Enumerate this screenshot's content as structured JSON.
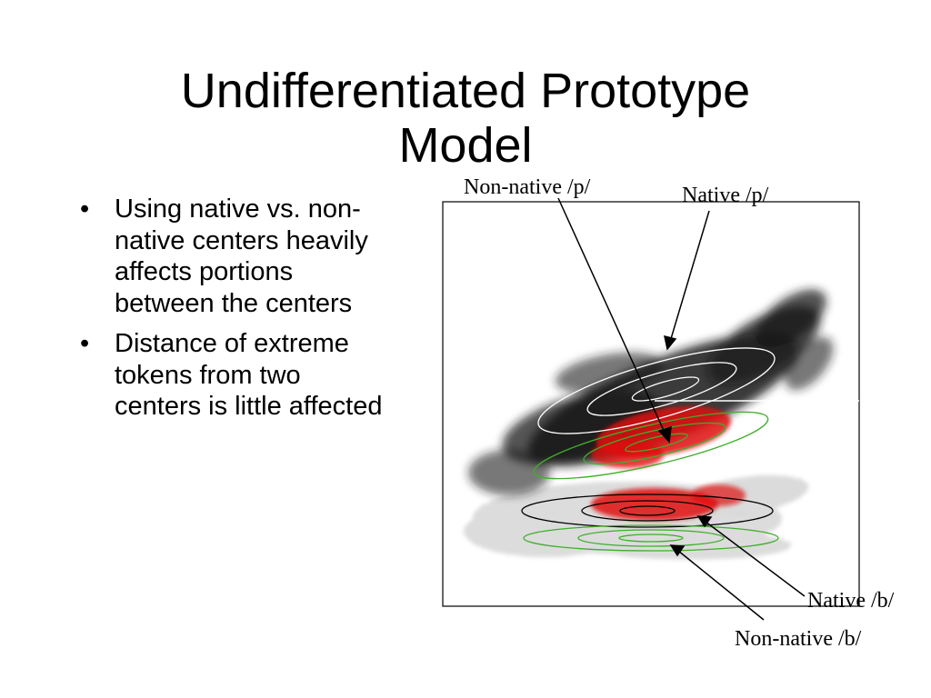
{
  "slide": {
    "title_line1": "Undifferentiated Prototype",
    "title_line2": "Model",
    "bullets": [
      "Using native vs. non-native centers heavily affects portions between the centers",
      "Distance of extreme tokens from two centers is little affected"
    ]
  },
  "figure": {
    "labels": {
      "nonnative_p": "Non-native /p/",
      "native_p": "Native /p/",
      "native_b": "Native /b/",
      "nonnative_b": "Non-native /b/"
    },
    "colors": {
      "p_cloud": "#1a1a1a",
      "b_cloud": "#9a9a9a",
      "overlap": "#e01010",
      "nonnative_contours": "#3fae2a",
      "native_p_contours": "#ffffff",
      "native_b_contours": "#000000"
    }
  }
}
